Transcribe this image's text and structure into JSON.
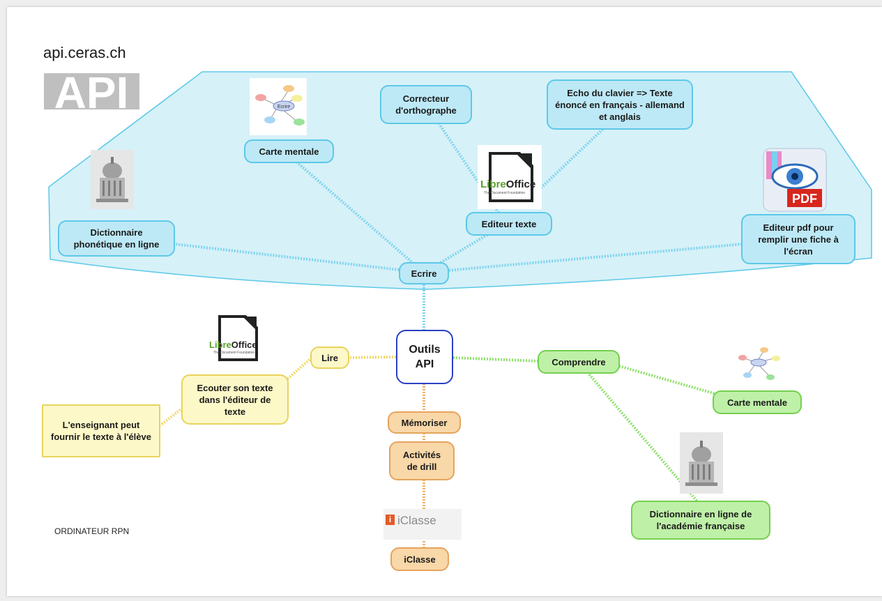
{
  "header": {
    "site": "api.ceras.ch",
    "logo_text": "API"
  },
  "footer": "ORDINATEUR RPN",
  "colors": {
    "blue_fill": "#bde9f6",
    "blue_border": "#5cc8e8",
    "yellow_fill": "#fdf8c8",
    "yellow_border": "#e8d35b",
    "green_fill": "#bff0a8",
    "green_border": "#74cf4f",
    "orange_fill": "#f8d7a8",
    "orange_border": "#e5a45c",
    "root_border": "#2a40c4",
    "region_fill": "#d6f1f8"
  },
  "mindmap": {
    "root": "Outils API",
    "branches": {
      "ecrire": {
        "label": "Ecrire",
        "children": {
          "dictionnaire": "Dictionnaire phonétique en ligne",
          "carte_mentale": "Carte mentale",
          "correcteur": "Correcteur d'orthographe",
          "echo": "Echo du clavier => Texte énoncé en français - allemand et anglais",
          "editeur_texte": "Editeur texte",
          "editeur_pdf": "Editeur pdf pour remplir une fiche à l'écran"
        }
      },
      "lire": {
        "label": "Lire",
        "children": {
          "ecouter": "Ecouter son texte dans l'éditeur de texte",
          "enseignant": "L'enseignant peut fournir le texte à l'élève"
        }
      },
      "comprendre": {
        "label": "Comprendre",
        "children": {
          "carte_mentale": "Carte mentale",
          "dictionnaire": "Dictionnaire en ligne de l'académie française"
        }
      },
      "memoriser": {
        "label": "Mémoriser",
        "children": {
          "activites": "Activités de drill",
          "iclasse": "iClasse"
        }
      }
    }
  },
  "images": {
    "libreoffice_brand": "Libre",
    "libreoffice_brand2": "Office",
    "libreoffice_sub": "The Document Foundation",
    "pdf_label": "PDF",
    "iclasse_logo": "iClasse",
    "mindmap_center": "Ecrire"
  }
}
